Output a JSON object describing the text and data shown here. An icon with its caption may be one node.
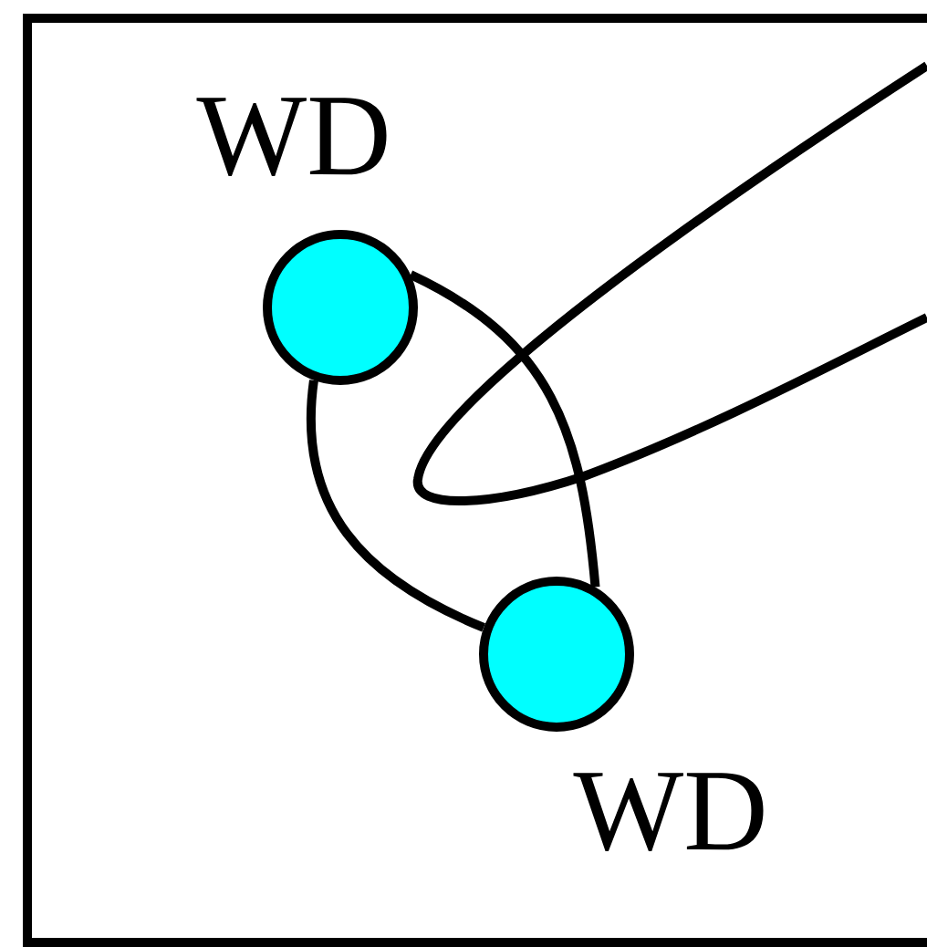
{
  "diagram": {
    "nodes": [
      {
        "text": [],
        "shape": "circle",
        "beside": [
          "WD"
        ]
      },
      {
        "text": [],
        "shape": "circle",
        "beside": [
          "WD"
        ]
      }
    ],
    "edges": [
      {
        "from": 0,
        "to": 1,
        "arrow": "none"
      },
      {
        "from": 0,
        "to": 1,
        "arrow": "none"
      }
    ]
  }
}
